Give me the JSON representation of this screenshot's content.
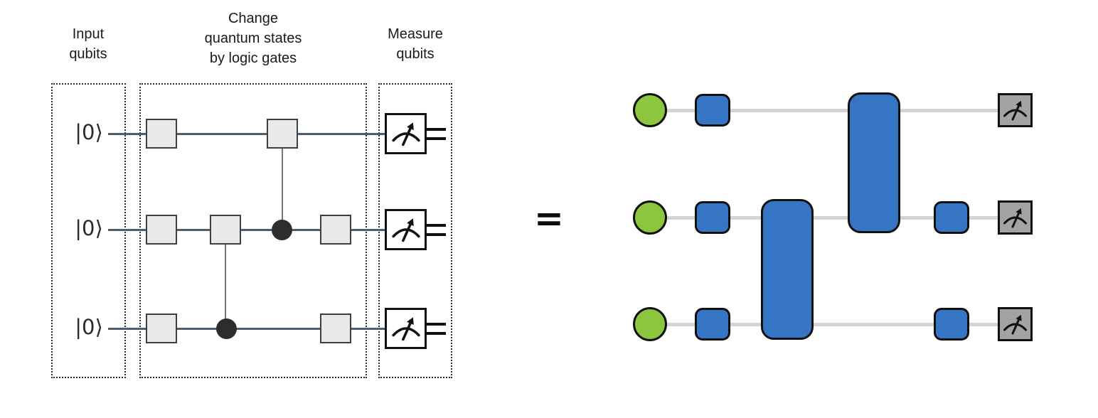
{
  "left_circuit": {
    "sections": [
      {
        "label": "Input\nqubits"
      },
      {
        "label": "Change\nquantum states\nby logic gates"
      },
      {
        "label": "Measure\nqubits"
      }
    ],
    "qubits": [
      {
        "ket": "|0⟩"
      },
      {
        "ket": "|0⟩"
      },
      {
        "ket": "|0⟩"
      }
    ],
    "icons": [
      "measurement-gauge-icon",
      "control-dot"
    ]
  },
  "equals_sign": "=",
  "right_circuit": {
    "icons": [
      "input-qubit-node",
      "single-qubit-gate",
      "two-qubit-gate",
      "measurement-gauge-icon"
    ]
  },
  "colors": {
    "qubit_green": "#8cc63f",
    "gate_blue": "#3575c4",
    "wire_light": "#d4d4d4",
    "wire_dark": "#4d5d6d",
    "gate_fill_light": "#e9e9e9",
    "measure_gray_fill": "#a3a3a3"
  }
}
